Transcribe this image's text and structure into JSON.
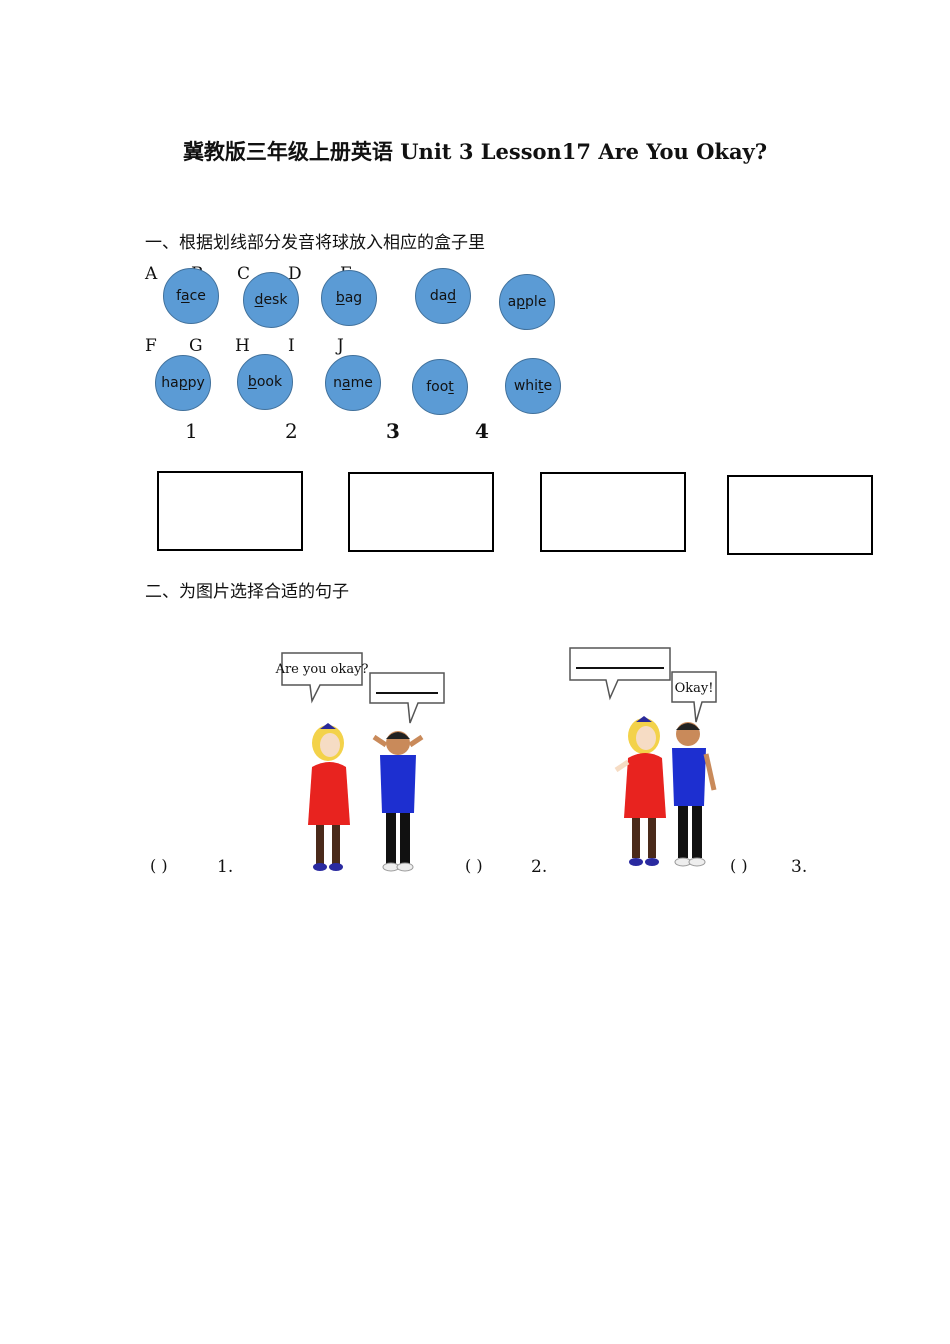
{
  "title": "冀教版三年级上册英语 Unit 3 Lesson17 Are You Okay?",
  "section1": {
    "heading": "一、根据划线部分发音将球放入相应的盒子里"
  },
  "row1_letters": [
    "A",
    "B",
    "C",
    "D",
    "E"
  ],
  "row2_letters": [
    "F",
    "G",
    "H",
    "I",
    "J"
  ],
  "balls": [
    {
      "pre": "f",
      "u": "a",
      "post": "ce"
    },
    {
      "pre": "",
      "u": "d",
      "post": "esk"
    },
    {
      "pre": "",
      "u": "b",
      "post": "ag"
    },
    {
      "pre": "da",
      "u": "d",
      "post": ""
    },
    {
      "pre": "a",
      "u": "p",
      "post": "ple"
    },
    {
      "pre": "ha",
      "u": "p",
      "post": "py"
    },
    {
      "pre": "",
      "u": "b",
      "post": "ook"
    },
    {
      "pre": "n",
      "u": "a",
      "post": "me"
    },
    {
      "pre": "foo",
      "u": "t",
      "post": ""
    },
    {
      "pre": "whi",
      "u": "t",
      "post": "e"
    }
  ],
  "box_numbers": [
    "1",
    "2",
    "3",
    "4"
  ],
  "section2": {
    "heading": "二、为图片选择合适的句子"
  },
  "bubbles": {
    "q1": "Are you okay?",
    "a2": "Okay!"
  },
  "answers": [
    {
      "paren": "(    )",
      "num": "1."
    },
    {
      "paren": "(    )",
      "num": "2."
    },
    {
      "paren": "(    )",
      "num": "3."
    }
  ],
  "colors": {
    "ball_fill": "#5b9bd5",
    "ball_border": "#41719c",
    "shirt_red": "#e8231f",
    "shirt_blue": "#1d2fd0"
  }
}
